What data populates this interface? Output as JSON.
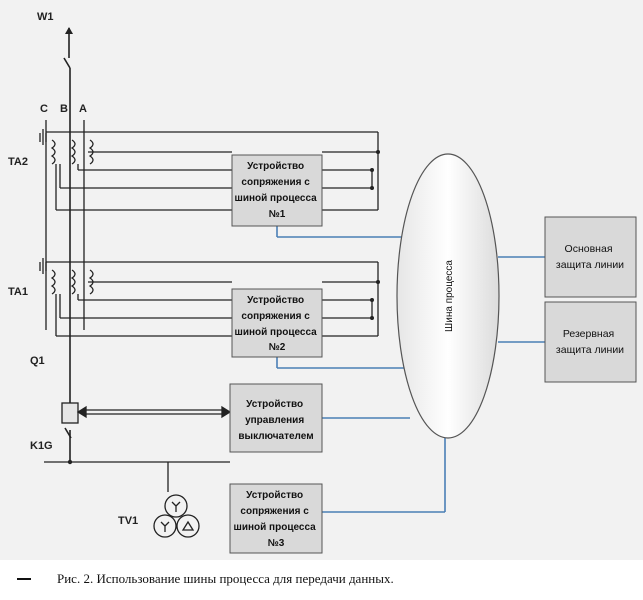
{
  "labels": {
    "w1": "W1",
    "phase_c": "C",
    "phase_b": "B",
    "phase_a": "A",
    "ta2": "TA2",
    "ta1": "TA1",
    "q1": "Q1",
    "k1g": "K1G",
    "tv1": "TV1"
  },
  "boxes": {
    "merging_unit_1": [
      "Устройство",
      "сопряжения с",
      "шиной процесса",
      "№1"
    ],
    "merging_unit_2": [
      "Устройство",
      "сопряжения с",
      "шиной процесса",
      "№2"
    ],
    "breaker_controller": [
      "Устройство",
      "управления",
      "выключателем"
    ],
    "merging_unit_3": [
      "Устройство",
      "сопряжения с",
      "шиной процесса",
      "№3"
    ],
    "main_protection": [
      "Основная",
      "защита линии"
    ],
    "backup_protection": [
      "Резервная",
      "защита линии"
    ]
  },
  "process_bus_label": "Шина процесса",
  "caption": "Рис. 2. Использование шины процесса для передачи данных.",
  "colors": {
    "background": "#f2f2f2",
    "box_fill": "#d9d9d9",
    "link_blue": "#4a7fb5",
    "wire": "#222222"
  }
}
